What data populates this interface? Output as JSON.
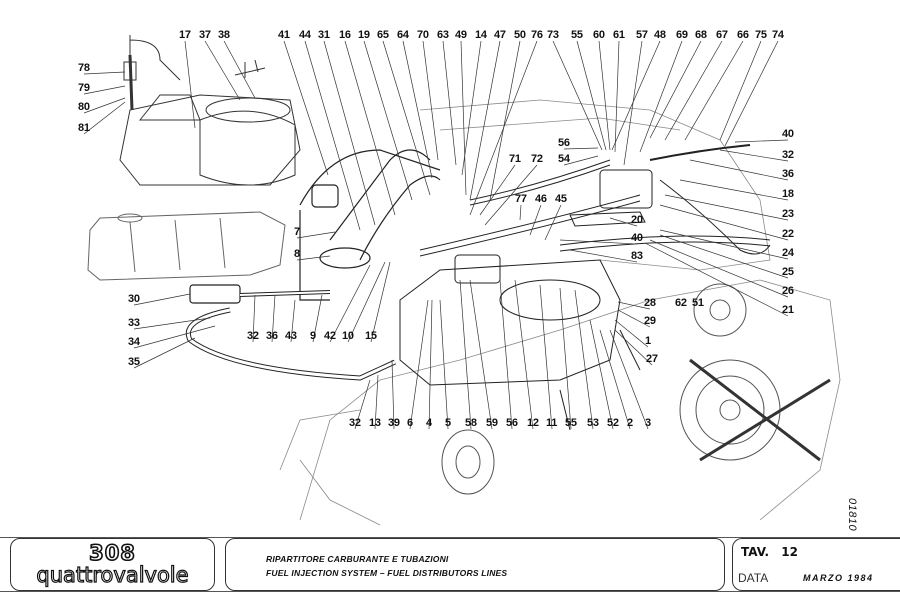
{
  "document": {
    "type": "parts catalogue plate",
    "drawing_number": "01810"
  },
  "diagram": {
    "subject": "Fuel injection system – fuel distributor lines exploded view",
    "callouts_top": [
      "17",
      "37",
      "38",
      "41",
      "44",
      "31",
      "16",
      "19",
      "65",
      "64",
      "70",
      "63",
      "49",
      "14",
      "47",
      "50",
      "76",
      "73",
      "55",
      "60",
      "61",
      "57",
      "48",
      "69",
      "68",
      "67",
      "66",
      "75",
      "74"
    ],
    "callouts_left": [
      "78",
      "79",
      "80",
      "81",
      "7",
      "8",
      "30",
      "33",
      "34",
      "35"
    ],
    "callouts_right": [
      "40",
      "32",
      "36",
      "18",
      "23",
      "22",
      "24",
      "25",
      "26",
      "21",
      "20",
      "40",
      "83"
    ],
    "callouts_center": [
      "56",
      "54",
      "71",
      "72",
      "77",
      "46",
      "45",
      "28",
      "29",
      "1",
      "27",
      "62",
      "51"
    ],
    "callouts_mid_row": [
      "32",
      "36",
      "43",
      "9",
      "42",
      "10",
      "15"
    ],
    "callouts_bottom": [
      "32",
      "13",
      "39",
      "6",
      "4",
      "5",
      "58",
      "59",
      "56",
      "12",
      "11",
      "55",
      "53",
      "52",
      "2",
      "3"
    ]
  },
  "footer": {
    "logo_number": "308",
    "logo_text": "quattrovalvole",
    "title_italian": "RIPARTITORE CARBURANTE E TUBAZIONI",
    "title_english": "FUEL INJECTION SYSTEM – FUEL DISTRIBUTORS LINES",
    "table_label": "TAV.",
    "table_number": "12",
    "date_label": "DATA",
    "date_value": "MARZO 1984"
  }
}
